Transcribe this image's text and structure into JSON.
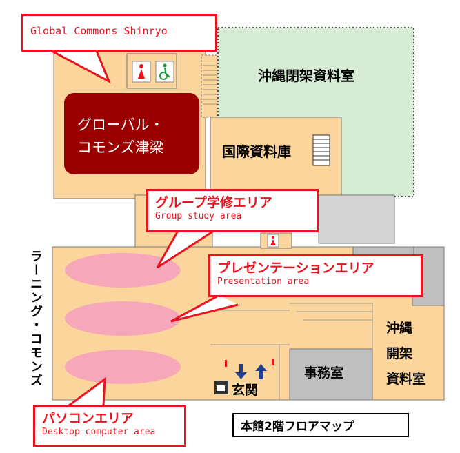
{
  "map": {
    "title": "本館2階フロアマップ",
    "vertical_label": "ラーニング・コモンズ",
    "rooms": {
      "global_commons": "グローバル・\nコモンズ津梁",
      "okinawa_closed_stacks_top": "沖縄閉架資料室",
      "international_stacks": "国際資料庫",
      "office": "事務室",
      "okinawa_closed_stacks_bottom": "沖縄\n開架\n資料室",
      "entrance": "玄関"
    },
    "callouts": {
      "global_commons_en": "Global Commons Shinryo",
      "group_study_jp": "グループ学修エリア",
      "group_study_en": "Group study area",
      "presentation_jp": "プレゼンテーションエリア",
      "presentation_en": "Presentation area",
      "pc_area_jp": "パソコンエリア",
      "pc_area_en": "Desktop computer area"
    },
    "colors": {
      "floor": "#fbd59b",
      "global_commons": "#9b0000",
      "closed_stacks": "#d6ecd4",
      "grey_room": "#bfbfbf",
      "ellipse": "#f6a8ba",
      "callout": "#e8141f"
    },
    "icons": [
      "restroom-icon",
      "accessible-restroom-icon",
      "stairs-icon",
      "entrance-arrows-icon",
      "entrance-icon"
    ]
  }
}
